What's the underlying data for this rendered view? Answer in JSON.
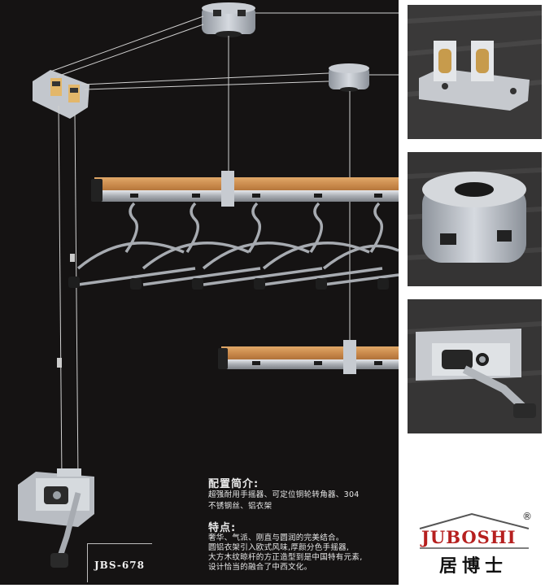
{
  "intro": {
    "heading": "配置简介:",
    "lines": [
      "超强耐用手摇器、可定位铜轮转角器、304",
      "不锈钢丝、铝衣架"
    ]
  },
  "features": {
    "heading": "特点:",
    "lines": [
      "奢华、气派、刚直与圆润的完美结合。",
      "圆铝衣架引入欧式风味,厚颜分色手摇器,",
      "大方木纹晾杆的方正造型到是中国特有元素,",
      "设计恰当的融合了中西文化。"
    ]
  },
  "model": "JBS-678",
  "brand": {
    "latin": "JUBOSHI",
    "chinese": "居博士",
    "registered": "®",
    "color": "#b6201f"
  },
  "colors": {
    "background": "#151313",
    "wood": "#c98a4a",
    "aluminum": "#b8bcc2"
  }
}
